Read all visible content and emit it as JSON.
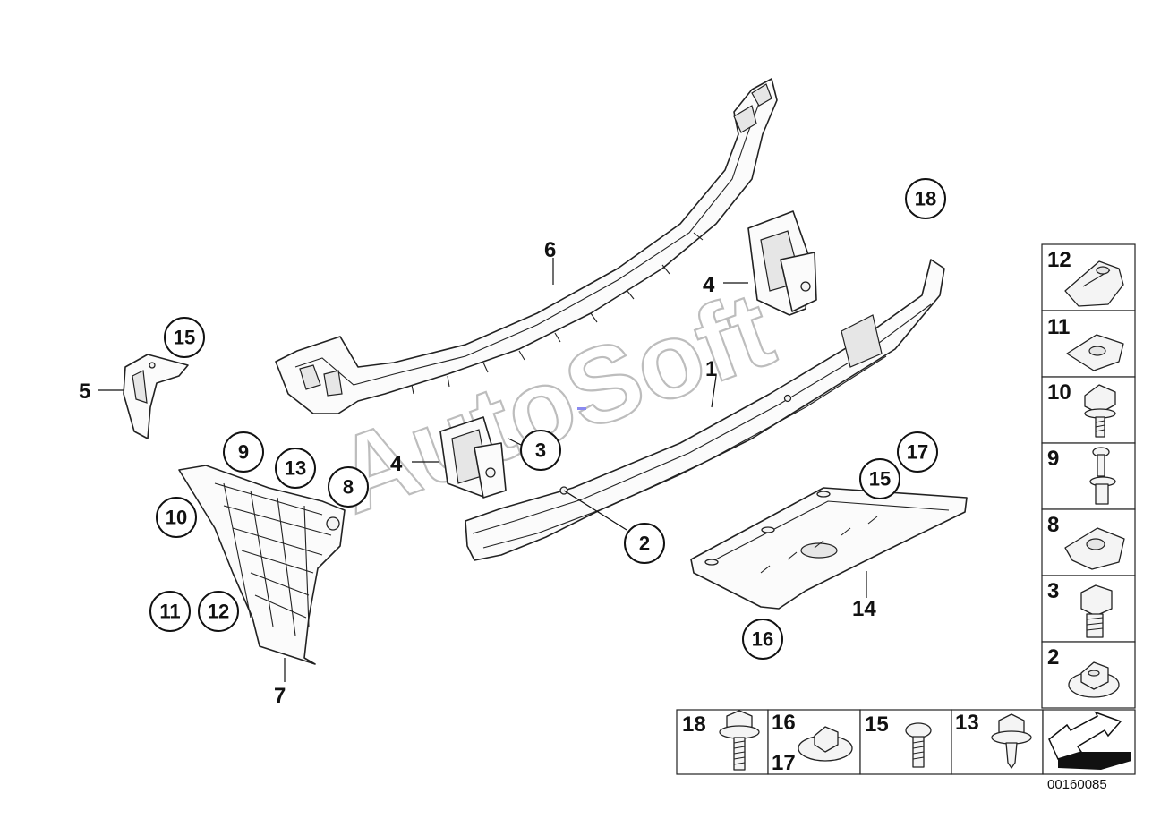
{
  "watermark": "AutoSoft",
  "document_code": "00160085",
  "callouts": {
    "c1": "1",
    "c2": "2",
    "c3": "3",
    "c4a": "4",
    "c4b": "4",
    "c5": "5",
    "c6": "6",
    "c7": "7",
    "c8": "8",
    "c9": "9",
    "c10": "10",
    "c11": "11",
    "c12": "12",
    "c13": "13",
    "c14": "14",
    "c15a": "15",
    "c15b": "15",
    "c16": "16",
    "c17": "17",
    "c18": "18"
  },
  "legend_right": [
    "12",
    "11",
    "10",
    "9",
    "8",
    "3",
    "2"
  ],
  "legend_bottom": {
    "b18": "18",
    "b16": "16",
    "b17": "17",
    "b15": "15",
    "b13": "13"
  }
}
